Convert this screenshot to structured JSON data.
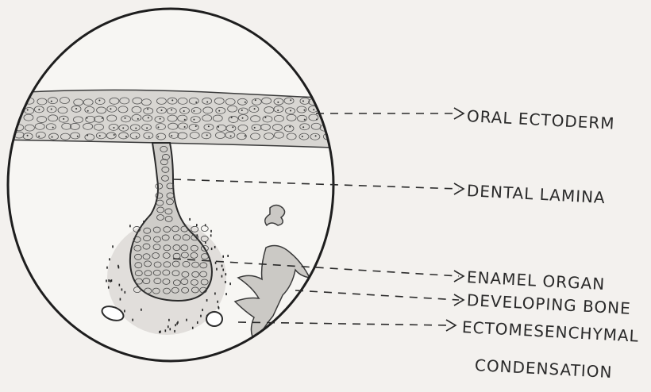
{
  "labels": {
    "oral_ectoderm": "ORAL ECTODERM",
    "dental_lamina": "DENTAL LAMINA",
    "enamel_organ": "ENAMEL ORGAN",
    "developing_bone": "DEVELOPING BONE",
    "ectomesenchymal_line1": "ECTOMESENCHYMAL",
    "ectomesenchymal_line2": "CONDENSATION"
  },
  "colors": {
    "ink": "#2a2a2a",
    "paper": "#f3f1ee",
    "tissue": "#d2d0cc"
  }
}
